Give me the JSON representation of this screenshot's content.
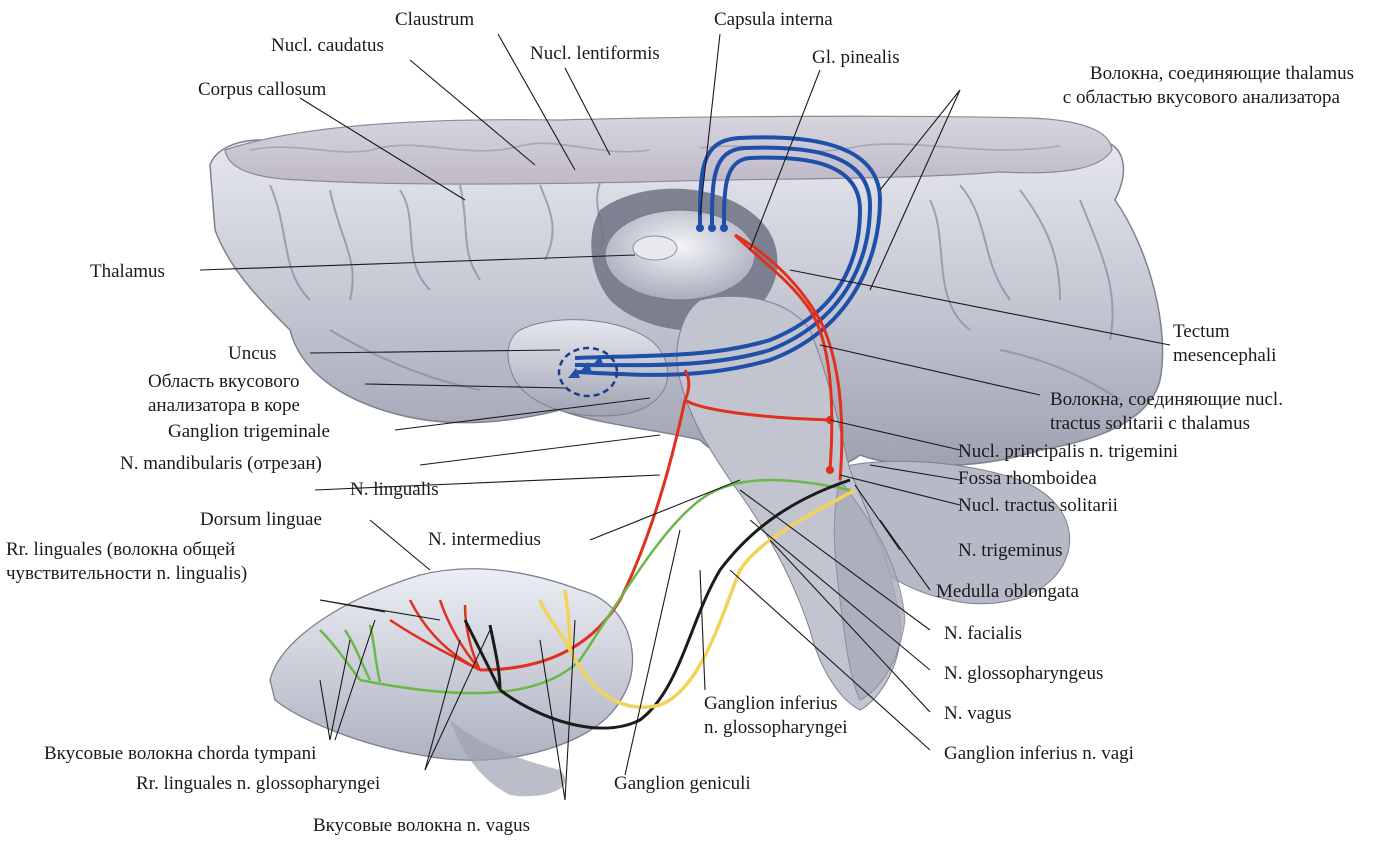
{
  "labels": {
    "claustrum": "Claustrum",
    "capsula_interna": "Capsula interna",
    "nucl_caudatus": "Nucl. caudatus",
    "nucl_lentiformis": "Nucl. lentiformis",
    "gl_pinealis": "Gl. pinealis",
    "fibers_thalamus_line1": "Волокна, соединяющие thalamus",
    "fibers_thalamus_line2": "с областью вкусового анализатора",
    "corpus_callosum": "Corpus callosum",
    "thalamus": "Thalamus",
    "tectum_line1": "Tectum",
    "tectum_line2": "mesencephali",
    "uncus": "Uncus",
    "taste_area_line1": "Область вкусового",
    "taste_area_line2": "анализатора в коре",
    "fibers_solitarii_line1": "Волокна, соединяющие nucl.",
    "fibers_solitarii_line2": "tractus solitarii с thalamus",
    "ganglion_trigeminale": "Ganglion trigeminale",
    "nucl_principalis": "Nucl. principalis n. trigemini",
    "n_mandibularis": "N. mandibularis (отрезан)",
    "fossa_rhomboidea": "Fossa rhomboidea",
    "n_lingualis": "N. lingualis",
    "nucl_tractus_solitarii": "Nucl. tractus solitarii",
    "dorsum_linguae": "Dorsum linguae",
    "n_intermedius": "N. intermedius",
    "n_trigeminus": "N. trigeminus",
    "rr_linguales_line1": "Rr. linguales (волокна общей",
    "rr_linguales_line2": "чувствительности n. lingualis)",
    "medulla_oblongata": "Medulla oblongata",
    "n_facialis": "N. facialis",
    "n_glossopharyngeus": "N. glossopharyngeus",
    "ganglion_inferius_glosso_line1": "Ganglion inferius",
    "ganglion_inferius_glosso_line2": "n. glossopharyngei",
    "n_vagus": "N. vagus",
    "chorda_tympani": "Вкусовые волокна chorda tympani",
    "ganglion_inferius_vagi": "Ganglion inferius n. vagi",
    "rr_linguales_glosso": "Rr. linguales n. glossopharyngei",
    "ganglion_geniculi": "Ganglion geniculi",
    "vagus_taste_fibers": "Вкусовые волокна n. vagus"
  },
  "colors": {
    "thalamocortical_fibers": "#1f4fa8",
    "trigeminal_pathway": "#e0301e",
    "facial_chorda": "#6bb84a",
    "glossopharyngeal": "#f2d35a",
    "vagus": "#1c1c1c",
    "brain_surface": "#c9cbd6"
  }
}
